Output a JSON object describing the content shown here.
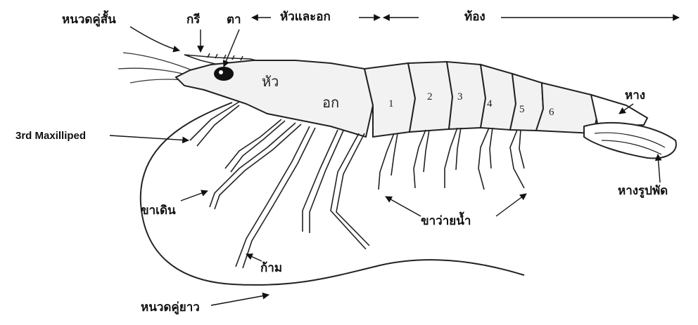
{
  "labels": {
    "short_antenna": "หนวดคู่สั้น",
    "rostrum": "กรี",
    "eye": "ตา",
    "cephalothorax": "หัวและอก",
    "abdomen": "ท้อง",
    "head": "หัว",
    "thorax": "อก",
    "tail": "หาง",
    "third_maxilliped": "3rd Maxilliped",
    "walking_legs": "ขาเดิน",
    "swimming_legs": "ขาว่ายน้ำ",
    "tail_fan": "หางรูปพัด",
    "claw": "ก้าม",
    "long_antenna": "หนวดคู่ยาว"
  },
  "segments": [
    "1",
    "2",
    "3",
    "4",
    "5",
    "6"
  ]
}
